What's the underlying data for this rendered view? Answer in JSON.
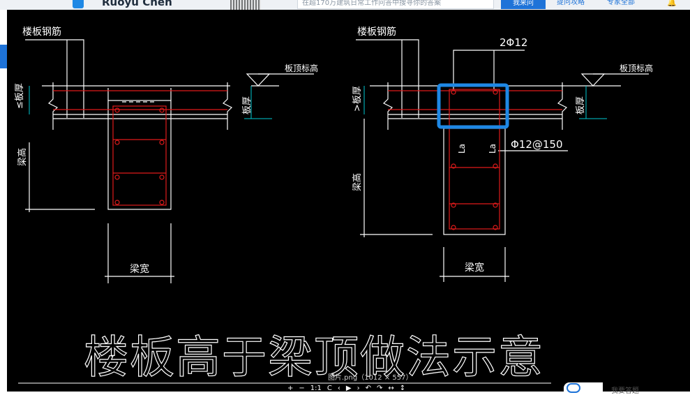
{
  "site": {
    "logo_text": "Ruoyu Chen",
    "search_placeholder": "在超170万建筑日常工作问答中搜寻你的答案",
    "ask_button": "我来问",
    "nav_links": [
      "提问攻略",
      "专家全部"
    ]
  },
  "viewer": {
    "info_text": "图片.png（1012 × 557）",
    "toolbar": [
      "+",
      "−",
      "1:1",
      "C",
      "‹",
      "▶",
      "›",
      "↶",
      "↷",
      "↔",
      "↕"
    ],
    "bottom_right_text": "我要答题"
  },
  "drawing": {
    "left": {
      "slab_rebar_label": "楼板钢筋",
      "slab_top_label": "板顶标高",
      "slab_thick_left": "≤板厚",
      "slab_thick_right": "板厚",
      "beam_height": "梁高",
      "beam_width": "梁宽"
    },
    "right": {
      "slab_rebar_label": "楼板钢筋",
      "slab_top_label": "板顶标高",
      "top_rebar": "2Φ12",
      "slab_thick_left": ">板厚",
      "slab_thick_right": "板厚",
      "la_1": "La",
      "la_2": "La",
      "stirrup": "Φ12@150",
      "beam_height": "梁高",
      "beam_width": "梁宽"
    },
    "caption": "楼板高于梁顶做法示意",
    "highlight_color": "#1e88e5",
    "line_color": "#ffffff",
    "rebar_color": "#e01b1b",
    "dim_color": "#00c8d2"
  }
}
